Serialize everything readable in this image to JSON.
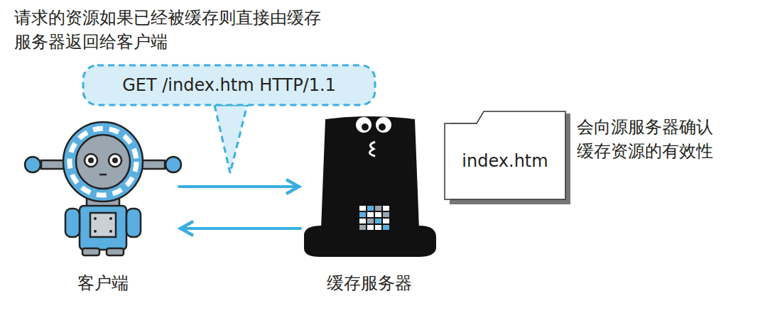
{
  "diagram": {
    "nodes": [
      {
        "text": [
          "GET /index.htm HTTP/1.1"
        ]
      },
      {
        "text": [
          "客户端"
        ]
      },
      {
        "text": [
          "缓存服务器"
        ]
      },
      {
        "text": [
          "index.htm"
        ]
      }
    ],
    "edges": [
      {
        "from": 1,
        "to": 2,
        "arrow": "to"
      },
      {
        "from": 2,
        "to": 1,
        "arrow": "to"
      }
    ],
    "labels": [
      "请求的资源如果已经被缓存则直接由缓存 服务器返回给客户端",
      "会向源服务器确认 缓存资源的有效性"
    ]
  }
}
